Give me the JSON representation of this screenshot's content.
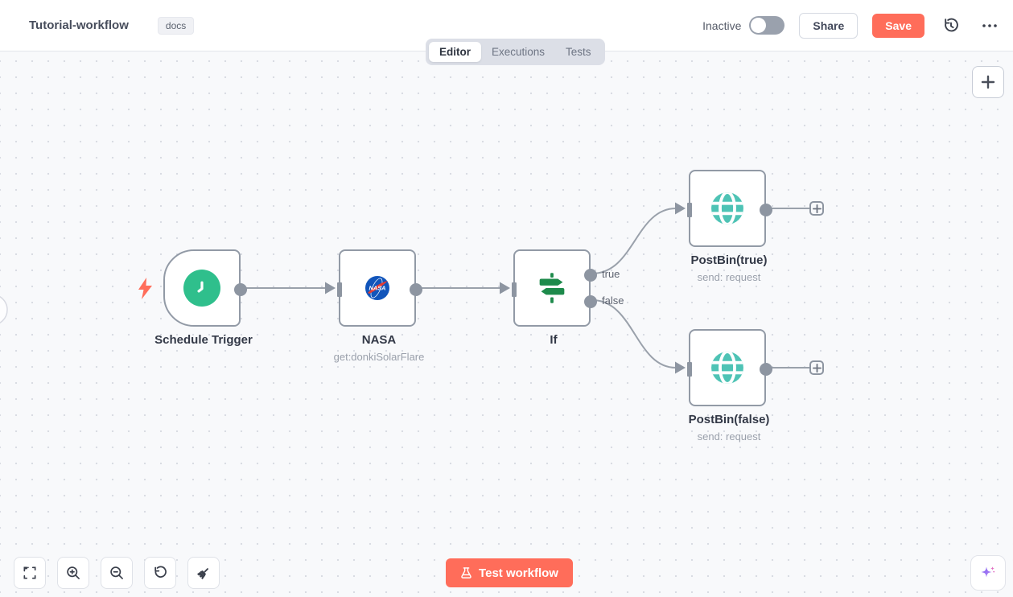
{
  "header": {
    "title": "Tutorial-workflow",
    "tag": "docs",
    "status_label": "Inactive",
    "status_state": "off",
    "share_label": "Share",
    "save_label": "Save",
    "icons": [
      "history-icon",
      "more-dots-icon"
    ]
  },
  "tabs": {
    "items": [
      {
        "label": "Editor",
        "active": true
      },
      {
        "label": "Executions",
        "active": false
      },
      {
        "label": "Tests",
        "active": false
      }
    ]
  },
  "canvas": {
    "nodes": [
      {
        "id": "schedule-trigger",
        "name": "Schedule Trigger",
        "type": "trigger",
        "icon": "clock-icon"
      },
      {
        "id": "nasa",
        "name": "NASA",
        "subtitle": "get:donkiSolarFlare",
        "type": "action",
        "icon": "nasa-logo-icon"
      },
      {
        "id": "if",
        "name": "If",
        "type": "branch",
        "icon": "signpost-icon",
        "outputs": [
          "true",
          "false"
        ]
      },
      {
        "id": "postbin-true",
        "name": "PostBin(true)",
        "subtitle": "send: request",
        "type": "action",
        "icon": "globe-icon"
      },
      {
        "id": "postbin-false",
        "name": "PostBin(false)",
        "subtitle": "send: request",
        "type": "action",
        "icon": "globe-icon"
      }
    ],
    "connection_labels": {
      "true_label": "true",
      "false_label": "false"
    },
    "trigger_indicator": "lightning-bolt-icon"
  },
  "controls": {
    "test_button_label": "Test workflow",
    "zoom_buttons": [
      "fit-view-icon",
      "zoom-in-icon",
      "zoom-out-icon",
      "reset-zoom-icon",
      "tidy-up-icon"
    ],
    "assistant_icon": "sparkles-icon",
    "add_node_icon": "plus-icon"
  },
  "colors": {
    "accent": "#ff6d5a",
    "trigger_green": "#2fbf8c",
    "if_green": "#1d8a4b",
    "globe_teal": "#4ec3b5",
    "nasa_blue": "#1155bb",
    "endpoint_gray": "#8d95a1",
    "canvas_bg": "#f8f9fb"
  }
}
